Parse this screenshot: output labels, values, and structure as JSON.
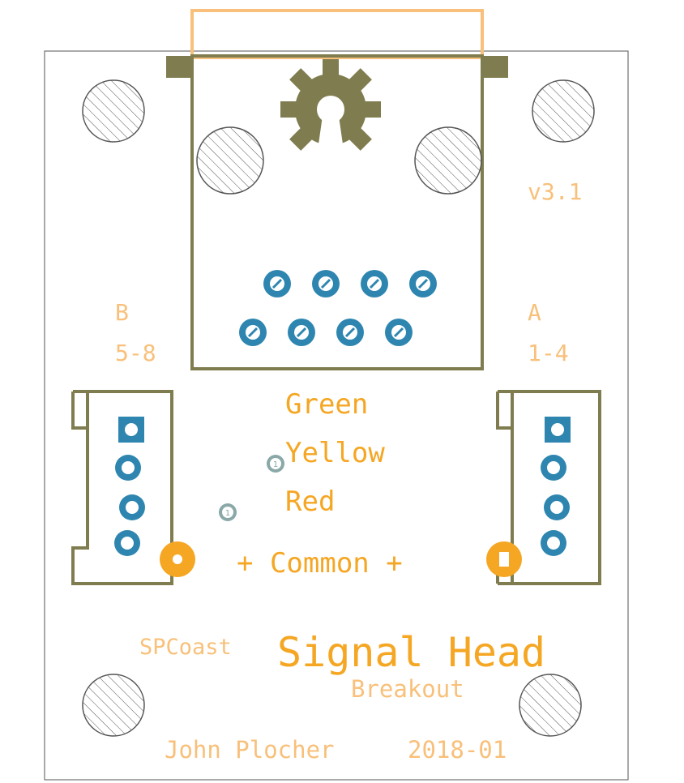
{
  "labels": {
    "version": "v3.1",
    "port_b": "B",
    "port_b_pins": "5-8",
    "port_a": "A",
    "port_a_pins": "1-4",
    "green": "Green",
    "yellow": "Yellow",
    "red": "Red",
    "common": "+ Common +",
    "brand": "SPCoast",
    "title": "Signal Head",
    "subtitle": "Breakout",
    "author": "John Plocher",
    "date": "2018-01",
    "via_label_1": "1",
    "via_label_2": "1"
  },
  "colors": {
    "silk_orange": "#f5a623",
    "outline_olive": "#7f7d4f",
    "pad_blue": "#2e86b0",
    "jack_outline": "#f8c07a",
    "via_gray": "#8aa8a8",
    "board_edge": "#555555",
    "hole_hatch": "#555555"
  },
  "icons": {
    "logo": "open-hardware-gear-icon",
    "mounting_hole": "hatched-circle-icon"
  }
}
